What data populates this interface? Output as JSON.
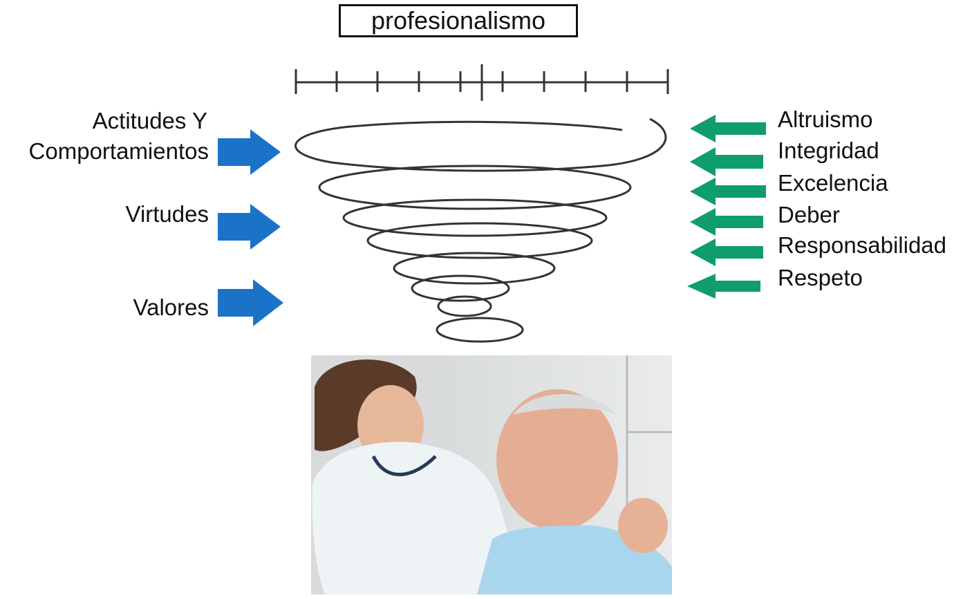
{
  "title": "profesionalismo",
  "left_labels": {
    "actitudes": "Actitudes Y",
    "comportamientos": "Comportamientos",
    "virtudes": "Virtudes",
    "valores": "Valores"
  },
  "right_labels": [
    "Altruismo",
    "Integridad",
    "Excelencia",
    "Deber",
    "Responsabilidad",
    "Respeto"
  ],
  "colors": {
    "blue_arrow": "#1a73c7",
    "green_arrow": "#0f9d6b",
    "line": "#333333"
  },
  "photo": "nurse-with-elderly-patient-photo"
}
